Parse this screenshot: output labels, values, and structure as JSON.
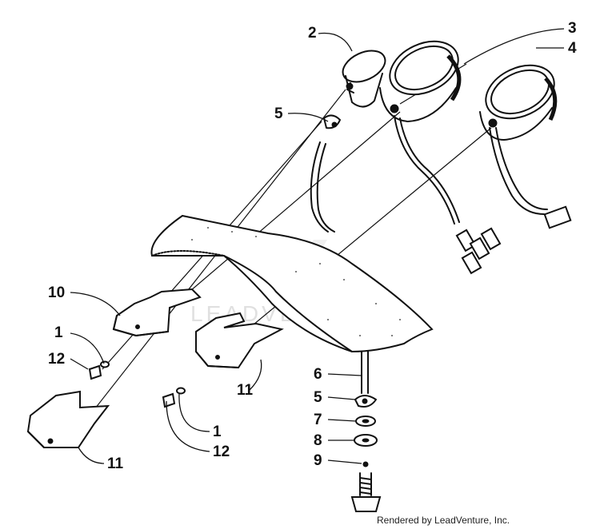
{
  "callouts": [
    {
      "id": "c2",
      "label": "2"
    },
    {
      "id": "c3",
      "label": "3"
    },
    {
      "id": "c4",
      "label": "4"
    },
    {
      "id": "c5a",
      "label": "5"
    },
    {
      "id": "c10",
      "label": "10"
    },
    {
      "id": "c1a",
      "label": "1"
    },
    {
      "id": "c12a",
      "label": "12"
    },
    {
      "id": "c11a",
      "label": "11"
    },
    {
      "id": "c6",
      "label": "6"
    },
    {
      "id": "c5b",
      "label": "5"
    },
    {
      "id": "c7",
      "label": "7"
    },
    {
      "id": "c8",
      "label": "8"
    },
    {
      "id": "c9",
      "label": "9"
    },
    {
      "id": "c1b",
      "label": "1"
    },
    {
      "id": "c12b",
      "label": "12"
    },
    {
      "id": "c11b",
      "label": "11"
    }
  ],
  "watermark": "LEADVENTURE",
  "credit": "Rendered by LeadVenture, Inc."
}
